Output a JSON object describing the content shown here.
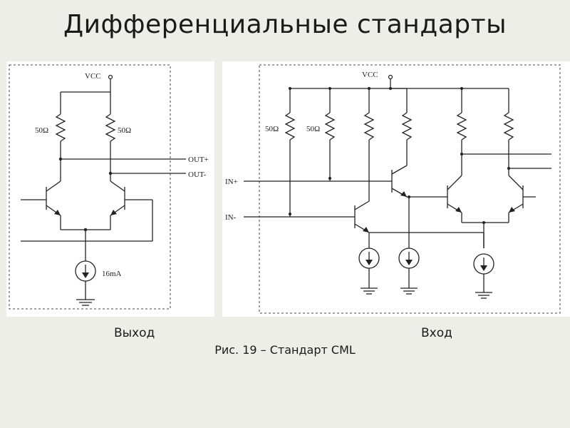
{
  "title": "Дифференциальные стандарты",
  "left": {
    "vcc": "VCC",
    "r1": "50Ω",
    "r2": "50Ω",
    "out_p": "OUT+",
    "out_n": "OUT-",
    "current": "16mA",
    "caption": "Выход"
  },
  "right": {
    "vcc": "VCC",
    "r1": "50Ω",
    "r2": "50Ω",
    "in_p": "IN+",
    "in_n": "IN-",
    "caption": "Вход"
  },
  "figure_caption": "Рис. 19 – Стандарт CML"
}
